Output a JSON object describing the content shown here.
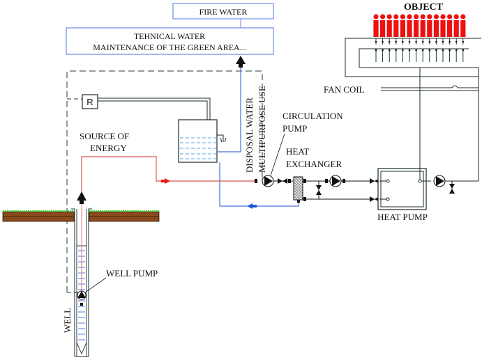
{
  "labels": {
    "fire_water": "FIRE WATER",
    "technical_water_line1": "TEHNICAL  WATER",
    "technical_water_line2": "MAINTENANCE OF THE GREEN AREA...",
    "object": "OBJECT",
    "fan_coil": "FAN COIL",
    "r_box": "R",
    "source_of_energy_line1": "SOURCE OF",
    "source_of_energy_line2": "ENERGY",
    "disposal_water": "DISPOSAL WATER",
    "multipurpose_use": "MULTIPURPOSE USE",
    "circulation_pump_line1": "CIRCULATION",
    "circulation_pump_line2": "PUMP",
    "heat_exchanger_line1": "HEAT",
    "heat_exchanger_line2": "EXCHANGER",
    "heat_pump": "HEAT PUMP",
    "well_pump": "WELL PUMP",
    "well": "WELL"
  },
  "object_occupants": 14,
  "colors": {
    "warm_line": "#e07070",
    "cold_line": "#4a6fe0",
    "box_border": "#6a8ae8",
    "occupant_red": "#ee1111",
    "soil": "#8a4a1e",
    "grass": "#33dd33",
    "pipe": "#1a2a2a",
    "flow_arrow_red": "#e81818",
    "flow_arrow_blue": "#2255dd"
  }
}
